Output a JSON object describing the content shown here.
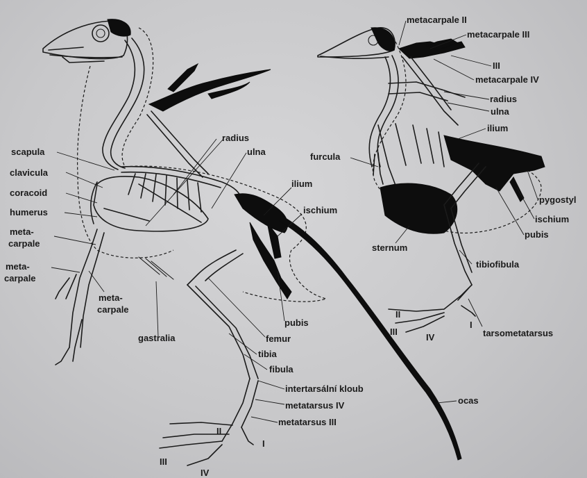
{
  "labels": {
    "scapula": "scapula",
    "clavicula": "clavicula",
    "coracoid": "coracoid",
    "humerus": "humerus",
    "metacarpale_a1": "meta-",
    "metacarpale_a2": "carpale",
    "metacarpale_b1": "meta-",
    "metacarpale_b2": "carpale",
    "metacarpale_c1": "meta-",
    "metacarpale_c2": "carpale",
    "gastralia": "gastralia",
    "radius_left": "radius",
    "ulna_left": "ulna",
    "ilium_left": "ilium",
    "ischium_left": "ischium",
    "pubis_left": "pubis",
    "femur": "femur",
    "tibia": "tibia",
    "fibula": "fibula",
    "intertarsal_joint": "intertarsální kloub",
    "metatarsus_iv": "metatarsus IV",
    "metatarsus_iii": "metatarsus III",
    "ocas": "ocas",
    "toe_ii_left": "II",
    "toe_i_left": "I",
    "toe_iii_left": "III",
    "toe_iv_left": "IV",
    "metacarpale_ii": "metacarpale II",
    "metacarpale_iii": "metacarpale III",
    "finger_iii": "III",
    "metacarpale_iv": "metacarpale IV",
    "radius_right": "radius",
    "ulna_right": "ulna",
    "ilium_right": "ilium",
    "furcula": "furcula",
    "pygostyl": "pygostyl",
    "ischium_right": "ischium",
    "pubis_right": "pubis",
    "sternum": "sternum",
    "tibiofibula": "tibiofibula",
    "tarsometatarsus": "tarsometatarsus",
    "toe_ii_right": "II",
    "toe_iii_right": "III",
    "toe_iv_right": "IV",
    "toe_i_right": "I"
  }
}
